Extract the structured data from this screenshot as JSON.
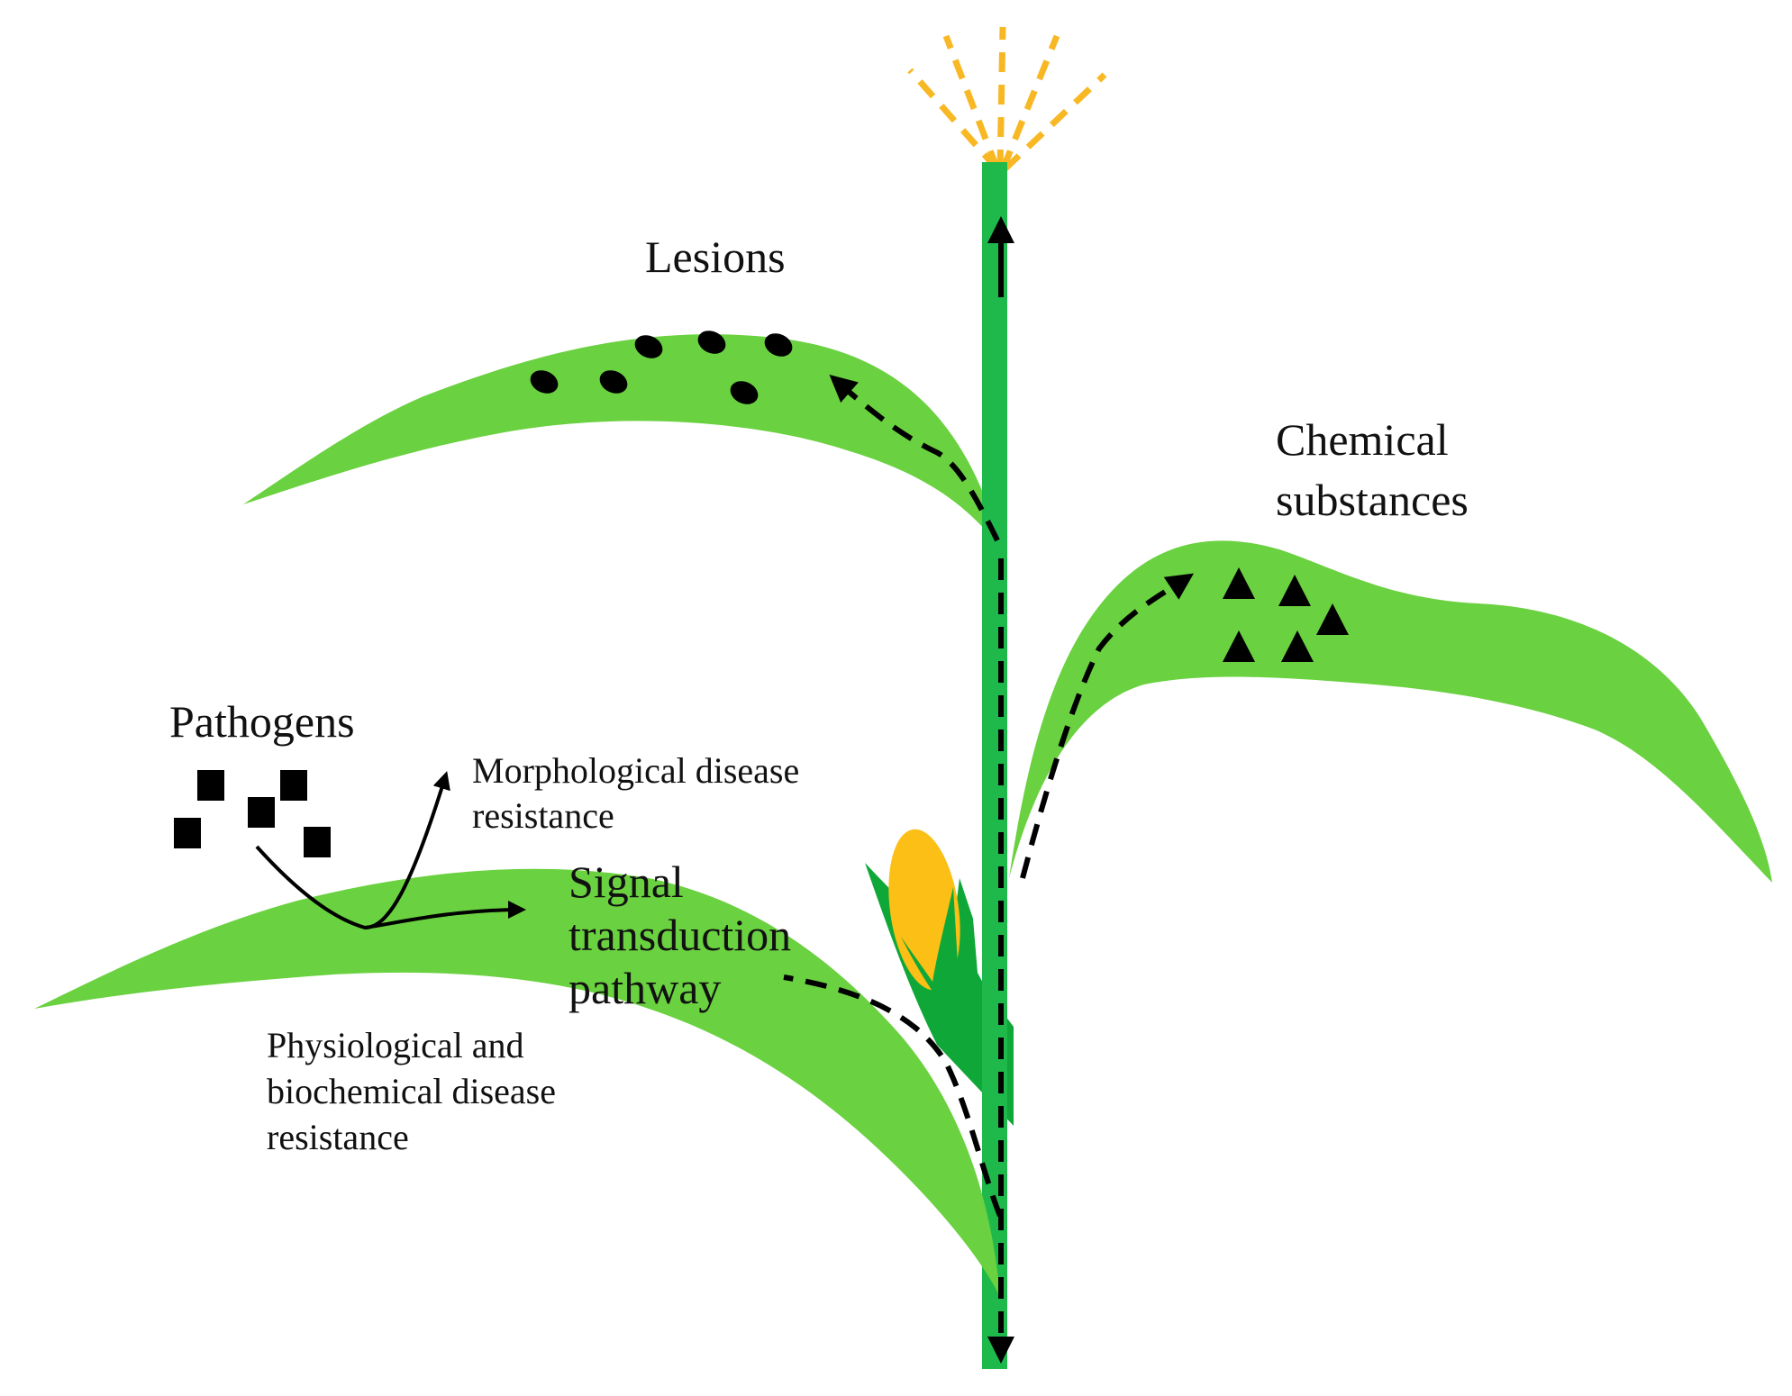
{
  "labels": {
    "lesions": "Lesions",
    "chemical_line1": "Chemical",
    "chemical_line2": "substances",
    "pathogens": "Pathogens",
    "morphological_line1": "Morphological disease",
    "morphological_line2": "resistance",
    "signal_line1": "Signal",
    "signal_line2": "transduction",
    "signal_line3": "pathway",
    "physio_line1": "Physiological and",
    "physio_line2": "biochemical disease",
    "physio_line3": "resistance"
  },
  "colors": {
    "leaf": "#6ad140",
    "stem": "#1fb84a",
    "husk": "#0fa838",
    "ear": "#fbbf16",
    "tassel": "#f8b824",
    "marks": "#000000"
  }
}
